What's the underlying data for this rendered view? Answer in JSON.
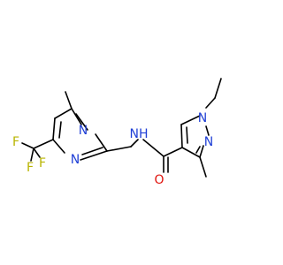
{
  "molecule": {
    "atoms": {
      "n_pyrimidine_1": {
        "label": "N",
        "color": "#1f3fd6"
      },
      "n_pyrimidine_3": {
        "label": "N",
        "color": "#1f3fd6"
      },
      "f_1": {
        "label": "F",
        "color": "#b8b400"
      },
      "f_2": {
        "label": "F",
        "color": "#b8b400"
      },
      "f_3": {
        "label": "F",
        "color": "#b8b400"
      },
      "nh": {
        "label": "NH",
        "color": "#1f3fd6"
      },
      "o": {
        "label": "O",
        "color": "#e0140e"
      },
      "n_pyrazole_1": {
        "label": "N",
        "color": "#1f3fd6"
      },
      "n_pyrazole_2": {
        "label": "N",
        "color": "#1f3fd6"
      }
    },
    "bond_color": "#000000"
  }
}
